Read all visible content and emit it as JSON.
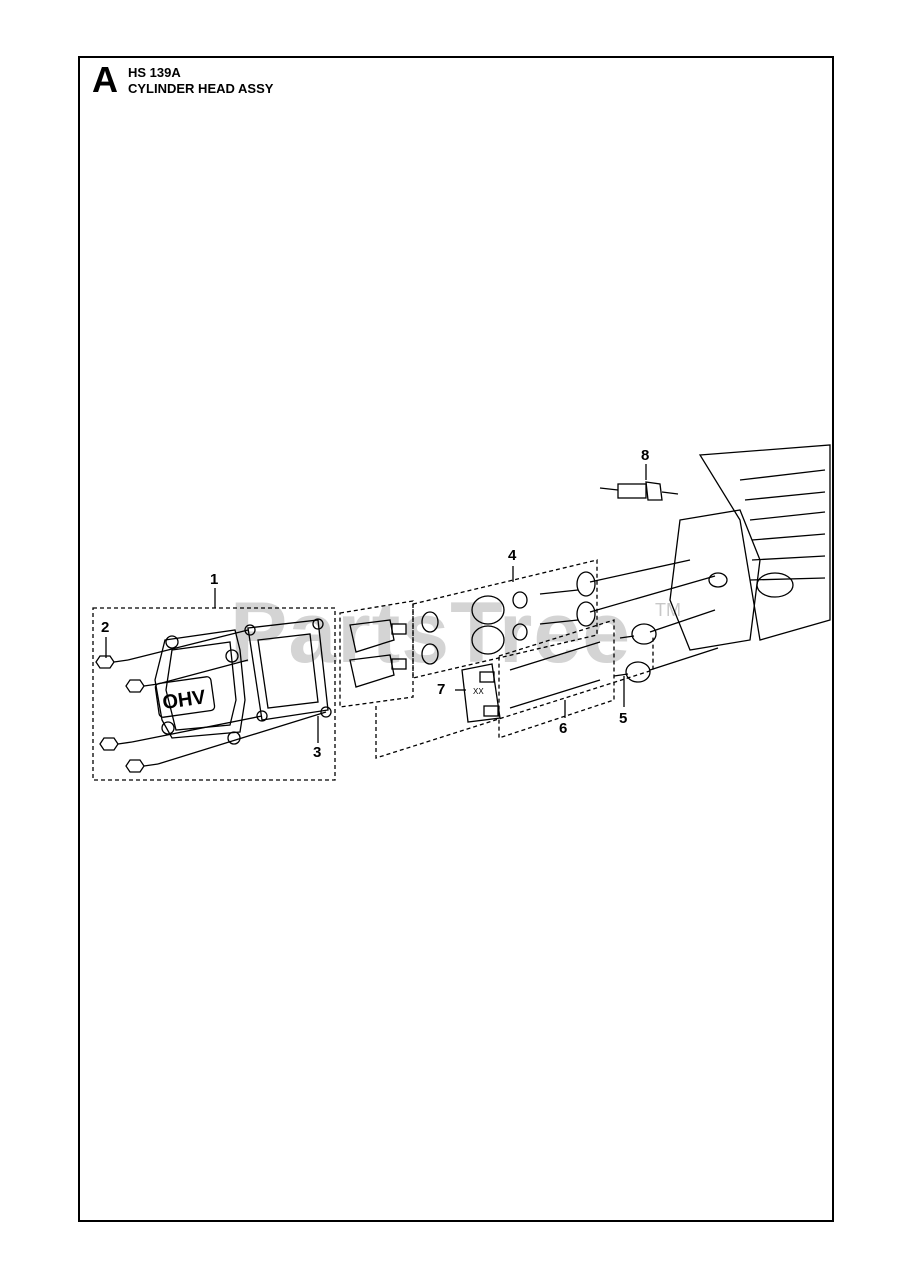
{
  "header": {
    "section_letter": "A",
    "model": "HS 139A",
    "assembly": "CYLINDER HEAD ASSY"
  },
  "watermark": {
    "text": "PartsTree",
    "tm": "TM"
  },
  "callouts": [
    "1",
    "2",
    "3",
    "4",
    "5",
    "6",
    "7",
    "8"
  ],
  "cover_marking": "OHV",
  "guide_plate_marking": "XX"
}
